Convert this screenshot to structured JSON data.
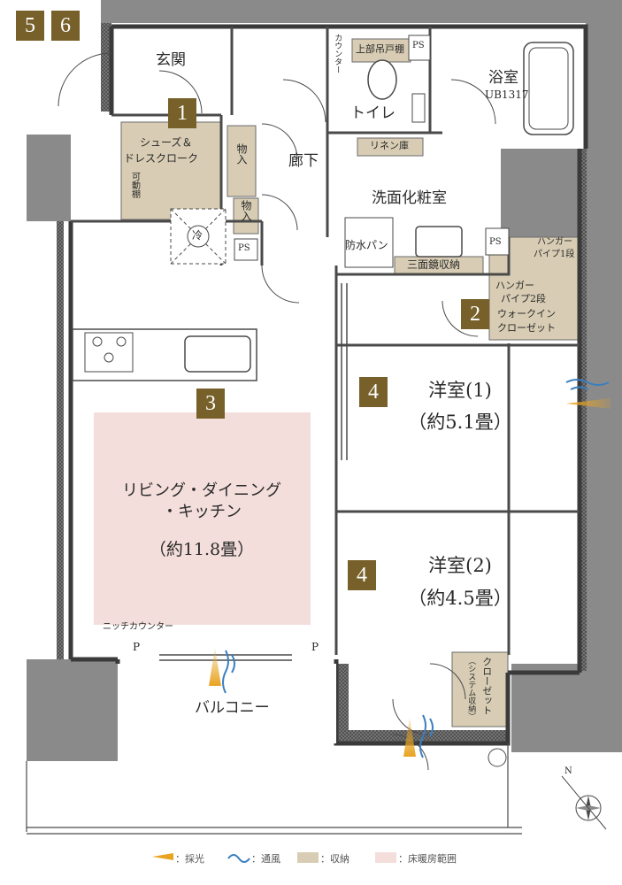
{
  "floor_badges": [
    "5",
    "6"
  ],
  "room_badges": [
    "1",
    "2",
    "3",
    "4",
    "4"
  ],
  "rooms": {
    "entrance": "玄関",
    "shoe_closet_line1": "シューズ＆",
    "shoe_closet_line2": "ドレスクローク",
    "movable_shelf": "可動棚",
    "storage_1": "物入",
    "storage_2": "物入",
    "corridor": "廊下",
    "counter": "カウンター",
    "upper_cabinet": "上部吊戸棚",
    "ps_top": "PS",
    "toilet": "トイレ",
    "bath_line1": "浴室",
    "bath_line2": "UB1317",
    "linen": "リネン庫",
    "washroom": "洗面化粧室",
    "fridge": "冷",
    "ps_mid": "PS",
    "waterproof_pan": "防水パン",
    "mirror_storage": "三面鏡収納",
    "ps_right": "PS",
    "hanger_1_line1": "ハンガー",
    "hanger_1_line2": "パイプ1段",
    "hanger_2_line1": "ハンガー",
    "hanger_2_line2": "パイプ2段",
    "wic_line1": "ウォークイン",
    "wic_line2": "クローゼット",
    "ldk_line1": "リビング・ダイニング",
    "ldk_line2": "・キッチン",
    "ldk_size": "（約11.8畳）",
    "room1_name": "洋室(1)",
    "room1_size": "（約5.1畳）",
    "room2_name": "洋室(2)",
    "room2_size": "（約4.5畳）",
    "niche_counter": "ニッチカウンター",
    "p_left": "P",
    "p_right": "P",
    "balcony": "バルコニー",
    "closet_line1": "クローゼット",
    "closet_line2": "（システム収納）"
  },
  "compass": "N",
  "legend": [
    {
      "icon": "daylight-icon",
      "label": "：採光"
    },
    {
      "icon": "ventilation-icon",
      "label": "：通風"
    },
    {
      "icon": "storage-swatch-icon",
      "label": "：収納"
    },
    {
      "icon": "floor-heating-swatch-icon",
      "label": "：床暖房範囲"
    }
  ],
  "colors": {
    "badge": "#77602a",
    "storage": "#d8cdb4",
    "floor_heating": "#f3dedb",
    "column": "#8a8a8a",
    "wall": "#3a3a3a",
    "daylight": "#e8a321",
    "ventilation": "#3a7fc0"
  }
}
